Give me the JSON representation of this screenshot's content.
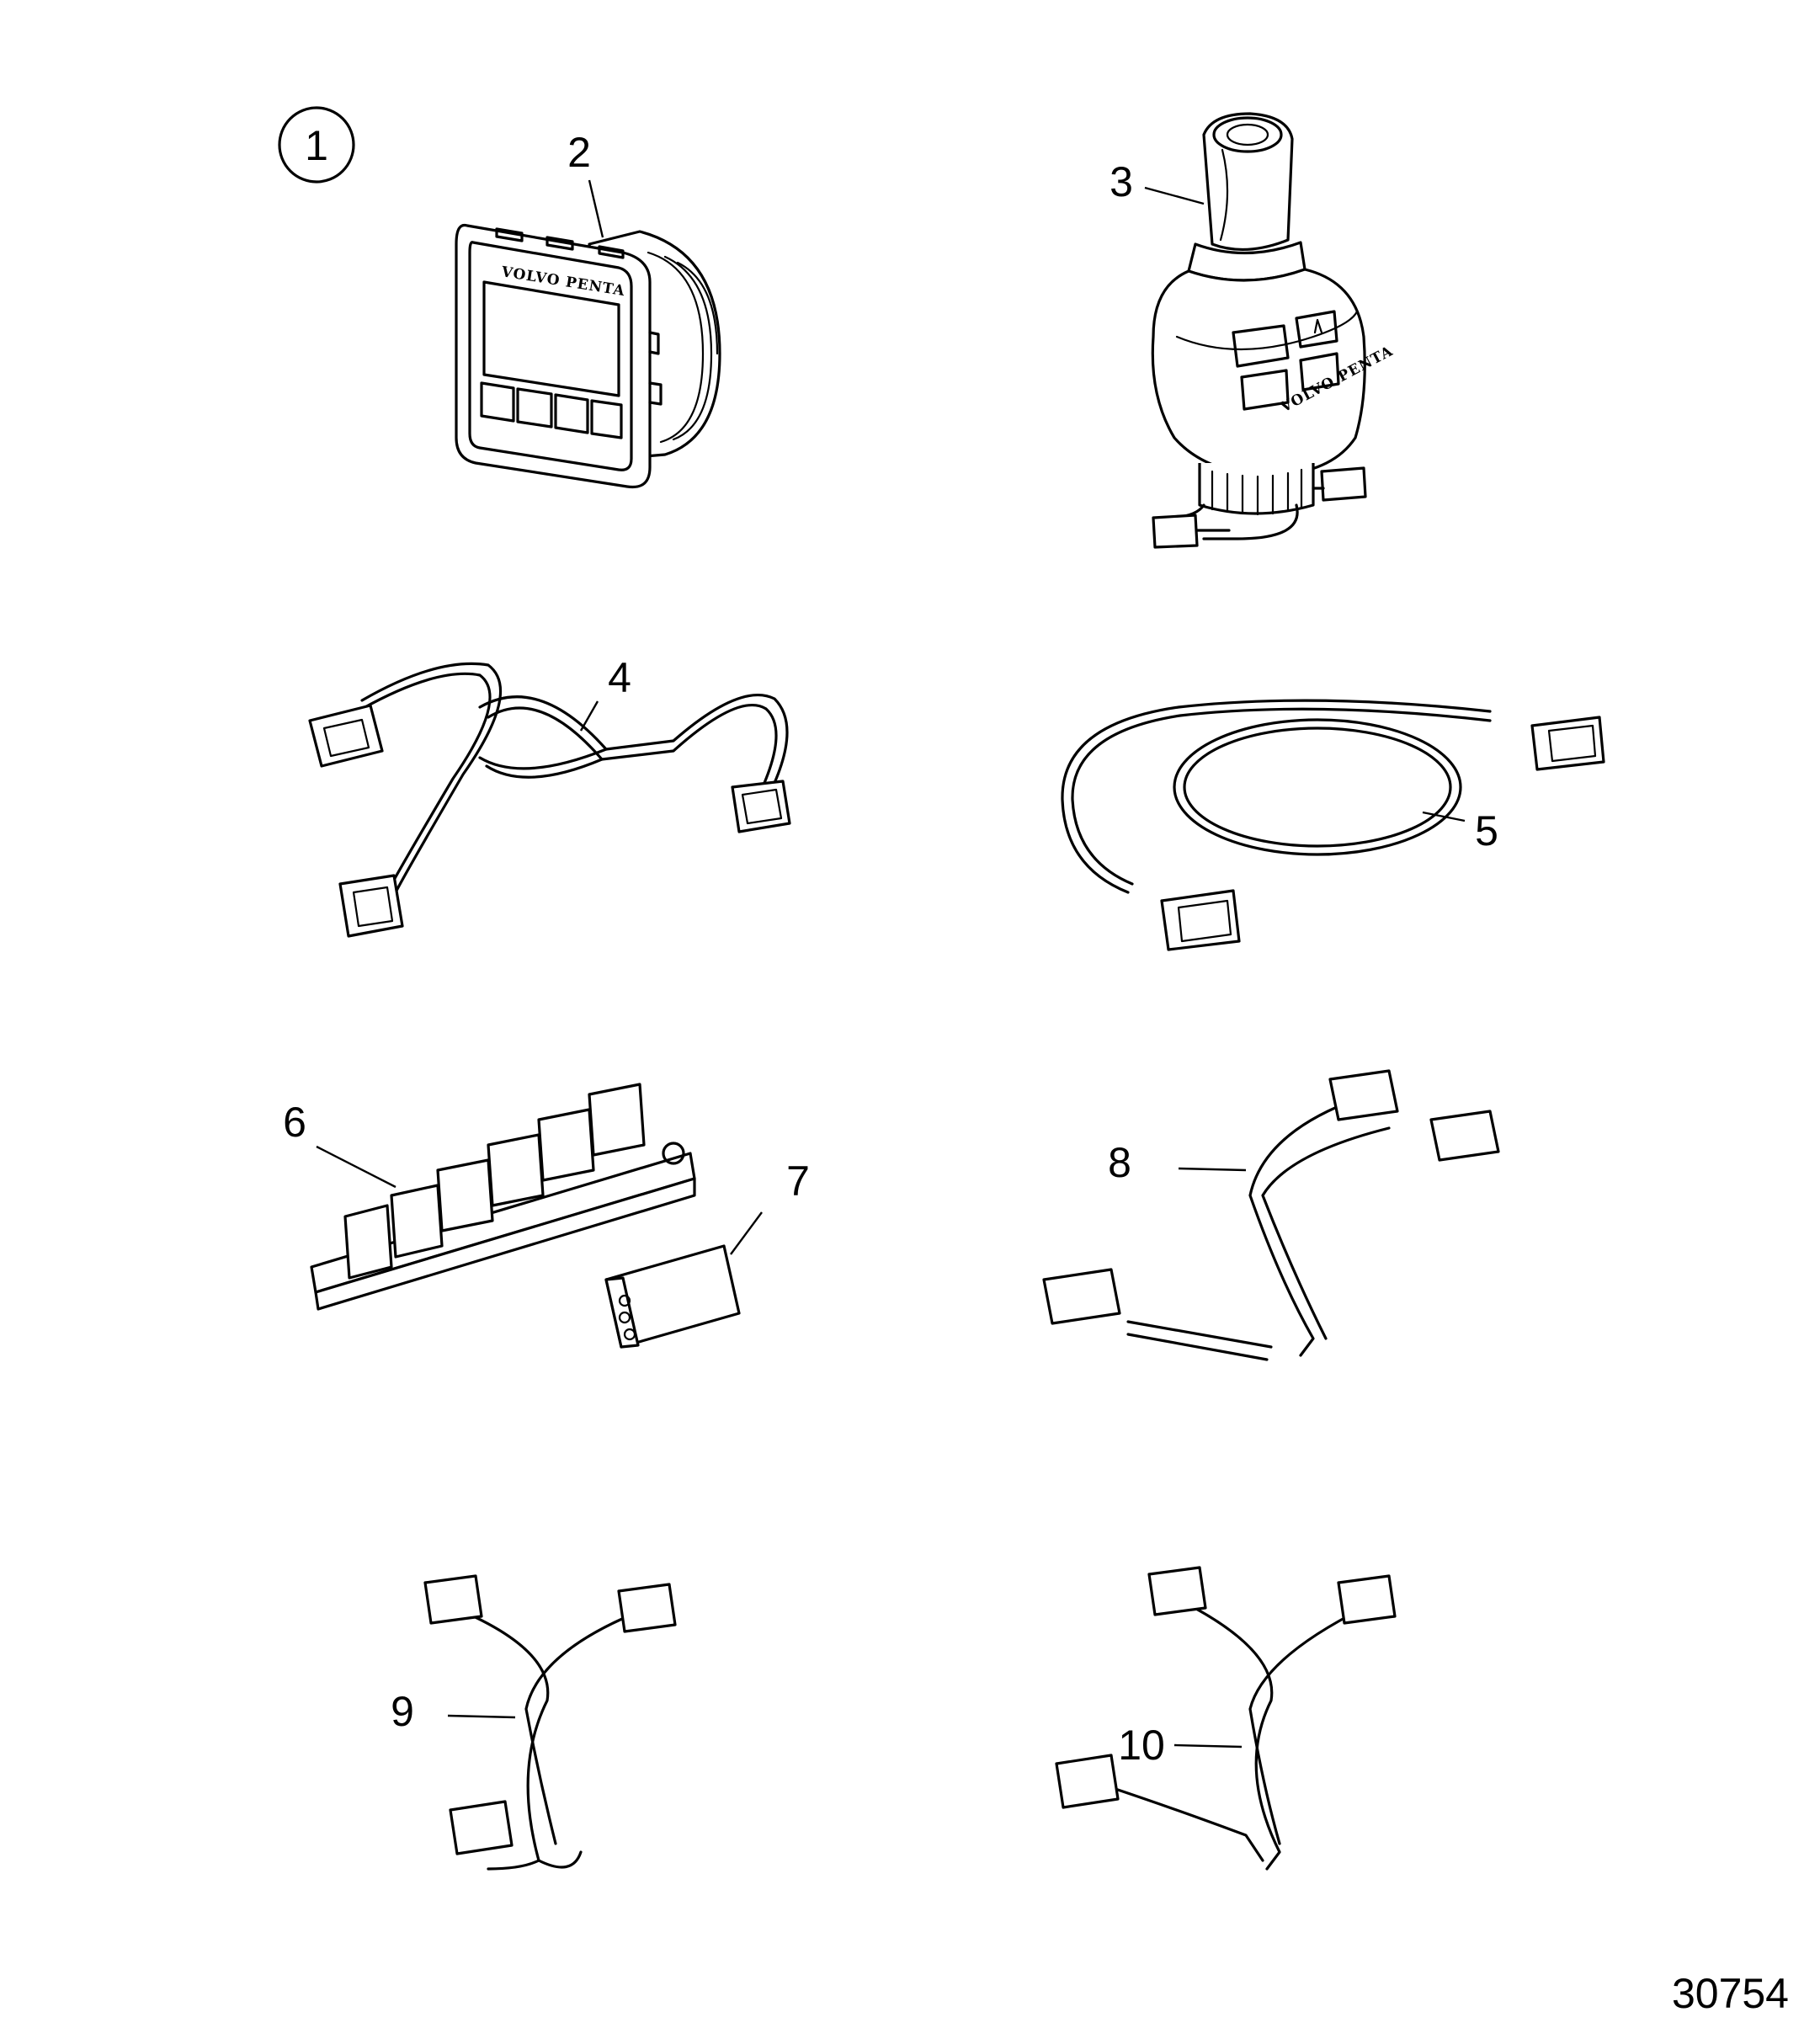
{
  "figure_number": "30754",
  "group_marker": "1",
  "brand_text": "VOLVO PENTA",
  "callouts": [
    "2",
    "3",
    "4",
    "5",
    "6",
    "7",
    "8",
    "9",
    "10"
  ]
}
